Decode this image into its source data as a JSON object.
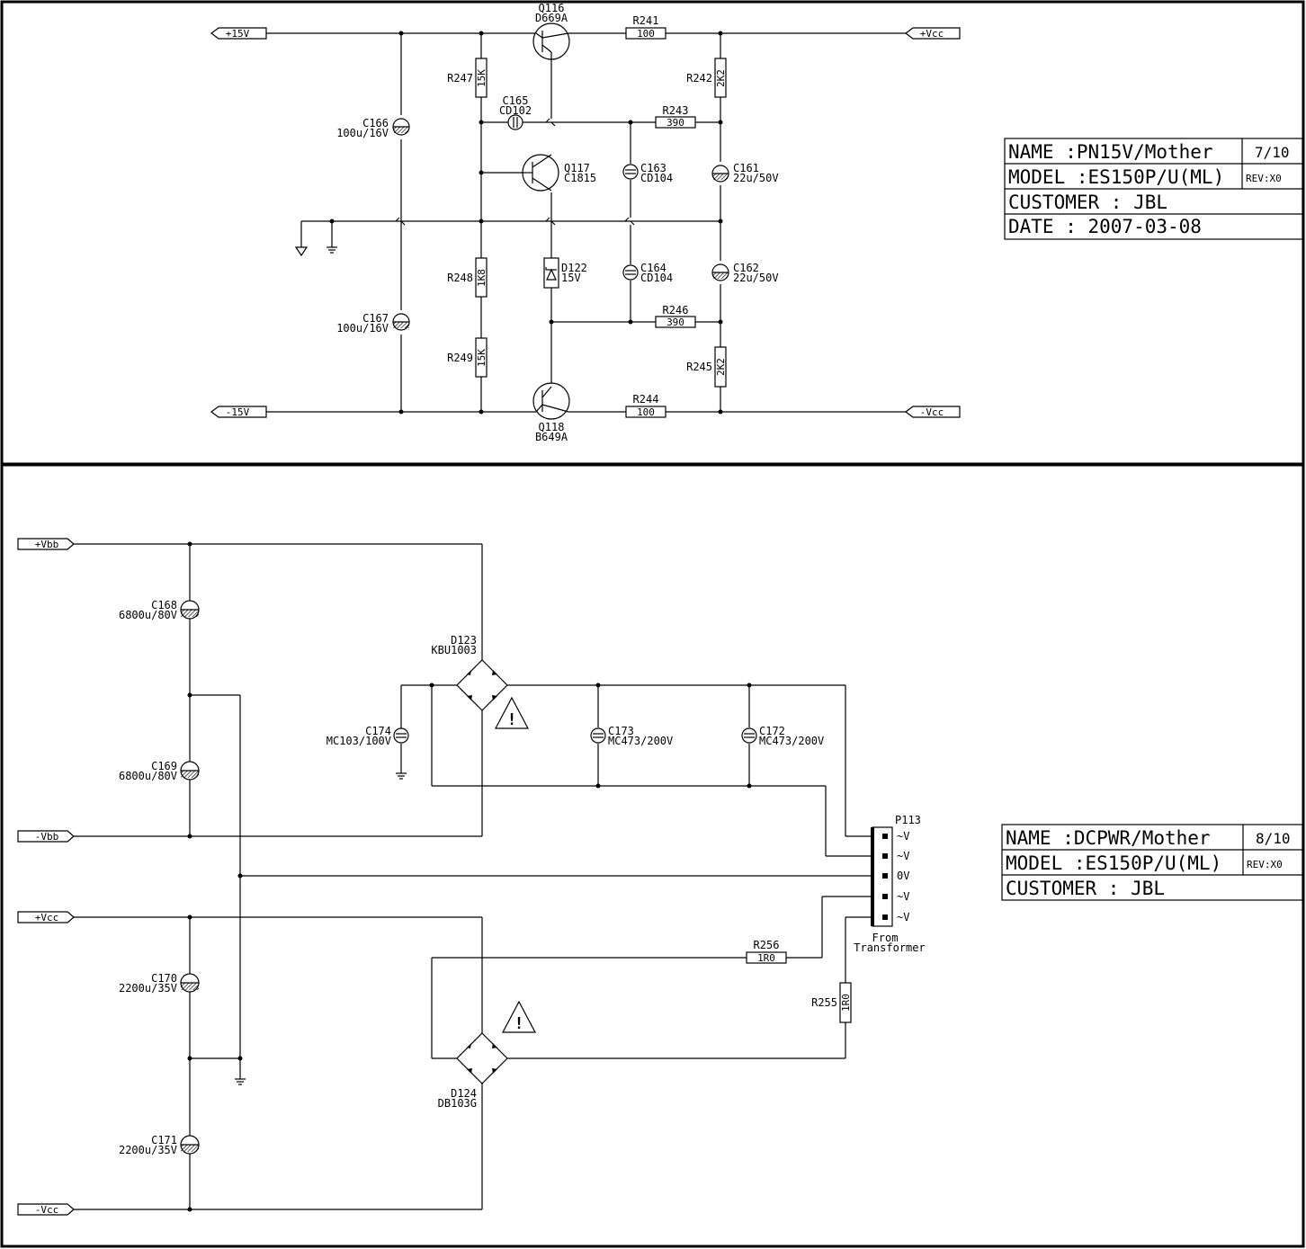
{
  "sheet1": {
    "ports": {
      "p15v": "+15V",
      "m15v": "-15V",
      "pvcc": "+Vcc",
      "mvcc": "-Vcc"
    },
    "components": {
      "q116_ref": "Q116",
      "q116_val": "D669A",
      "q117_ref": "Q117",
      "q117_val": "C1815",
      "q118_ref": "Q118",
      "q118_val": "B649A",
      "r241_ref": "R241",
      "r241_val": "100",
      "r242_ref": "R242",
      "r242_val": "2K2",
      "r243_ref": "R243",
      "r243_val": "390",
      "r244_ref": "R244",
      "r244_val": "100",
      "r245_ref": "R245",
      "r245_val": "2K2",
      "r246_ref": "R246",
      "r246_val": "390",
      "r247_ref": "R247",
      "r247_val": "15K",
      "r248_ref": "R248",
      "r248_val": "1K8",
      "r249_ref": "R249",
      "r249_val": "15K",
      "c161_ref": "C161",
      "c161_val": "22u/50V",
      "c162_ref": "C162",
      "c162_val": "22u/50V",
      "c163_ref": "C163",
      "c163_val": "CD104",
      "c164_ref": "C164",
      "c164_val": "CD104",
      "c165_ref": "C165",
      "c165_val": "CD102",
      "c166_ref": "C166",
      "c166_val": "100u/16V",
      "c167_ref": "C167",
      "c167_val": "100u/16V",
      "d122_ref": "D122",
      "d122_val": "15V"
    },
    "title_block": {
      "name": "NAME :PN15V/Mother",
      "page": "7/10",
      "model": "MODEL :ES150P/U(ML)",
      "rev": "REV:X0",
      "customer": "CUSTOMER : JBL",
      "date": "DATE :  2007-03-08"
    }
  },
  "sheet2": {
    "ports": {
      "pvbb": "+Vbb",
      "mvbb": "-Vbb",
      "pvcc": "+Vcc",
      "mvcc": "-Vcc"
    },
    "components": {
      "c168_ref": "C168",
      "c168_val": "6800u/80V",
      "c169_ref": "C169",
      "c169_val": "6800u/80V",
      "c170_ref": "C170",
      "c170_val": "2200u/35V",
      "c171_ref": "C171",
      "c171_val": "2200u/35V",
      "c172_ref": "C172",
      "c172_val": "MC473/200V",
      "c173_ref": "C173",
      "c173_val": "MC473/200V",
      "c174_ref": "C174",
      "c174_val": "MC103/100V",
      "d123_ref": "D123",
      "d123_val": "KBU1003",
      "d124_ref": "D124",
      "d124_val": "DB103G",
      "r255_ref": "R255",
      "r255_val": "1R0",
      "r256_ref": "R256",
      "r256_val": "1R0",
      "p113_ref": "P113",
      "pins": [
        "~V",
        "~V",
        "0V",
        "~V",
        "~V"
      ],
      "from_1": "From",
      "from_2": "Transformer",
      "warning": "!"
    },
    "title_block": {
      "name": "NAME :DCPWR/Mother",
      "page": "8/10",
      "model": "MODEL :ES150P/U(ML)",
      "rev": "REV:X0",
      "customer": "CUSTOMER : JBL"
    }
  }
}
